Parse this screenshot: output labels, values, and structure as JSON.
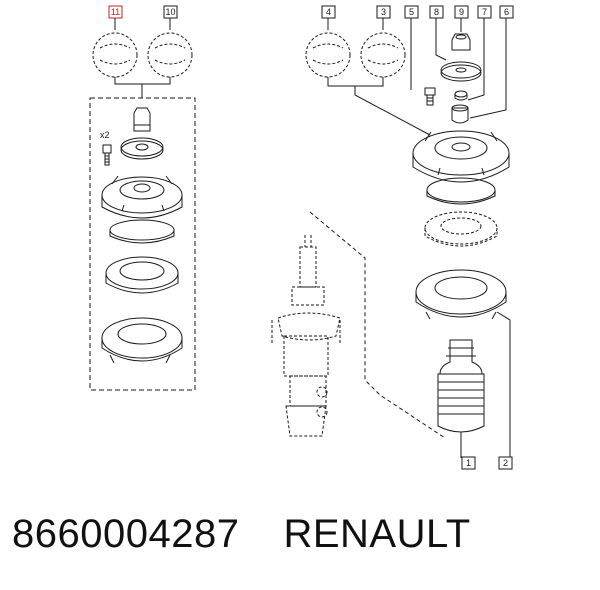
{
  "callouts": {
    "c11": "11",
    "c10": "10",
    "c4": "4",
    "c3": "3",
    "c5": "5",
    "c8": "8",
    "c9": "9",
    "c7": "7",
    "c6": "6",
    "c1": "1",
    "c2": "2"
  },
  "quantity_label": "x2",
  "caption": {
    "part_number": "8660004287",
    "brand": "RENAULT"
  },
  "colors": {
    "line": "#1a1a1a",
    "highlight_callout": "#cc2222"
  }
}
